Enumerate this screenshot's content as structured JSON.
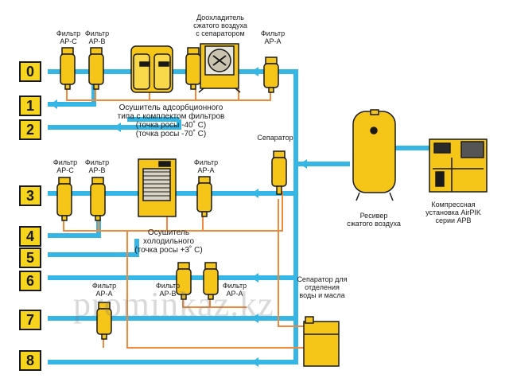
{
  "lines": [
    "0",
    "1",
    "2",
    "3",
    "4",
    "5",
    "6",
    "7",
    "8"
  ],
  "labels": {
    "f0_c": [
      "Фильтр",
      "AP-C"
    ],
    "f0_b": [
      "Фильтр",
      "AP-B"
    ],
    "aftercooler": [
      "Доохладитель",
      "сжатого воздуха",
      "с сепаратором"
    ],
    "f0_a": [
      "Фильтр",
      "AP-A"
    ],
    "dryer_ads": [
      "Осушитель адсорбционного",
      "типа с комплектом фильтров",
      "(точка росы -40˚ С)",
      "(точка росы -70˚ С)"
    ],
    "separator": "Сепаратор",
    "f3_c": [
      "Фильтр",
      "AP-C"
    ],
    "f3_b": [
      "Фильтр",
      "AP-B"
    ],
    "f3_a": [
      "Фильтр",
      "AP-A"
    ],
    "receiver": [
      "Ресивер",
      "сжатого воздуха"
    ],
    "compressor": [
      "Компрессная",
      "установка AirPIK",
      "серии APB"
    ],
    "dryer_ref": [
      "Осушитель",
      "холодильного",
      "(точка росы +3˚ С)"
    ],
    "f7_a": [
      "Фильтр",
      "AP-A"
    ],
    "f6_b": [
      "Фильтр",
      "AP-B"
    ],
    "f6_a": [
      "Фильтр",
      "AP-A"
    ],
    "oil_sep": [
      "Сепаратор для",
      "отделения",
      "воды и масла"
    ]
  },
  "watermark": "prominkaz.kz",
  "colors": {
    "air": "#35b6e5",
    "drain": "#f08a3a",
    "equipment": "#f5c518",
    "outline": "#1a1a1a"
  }
}
